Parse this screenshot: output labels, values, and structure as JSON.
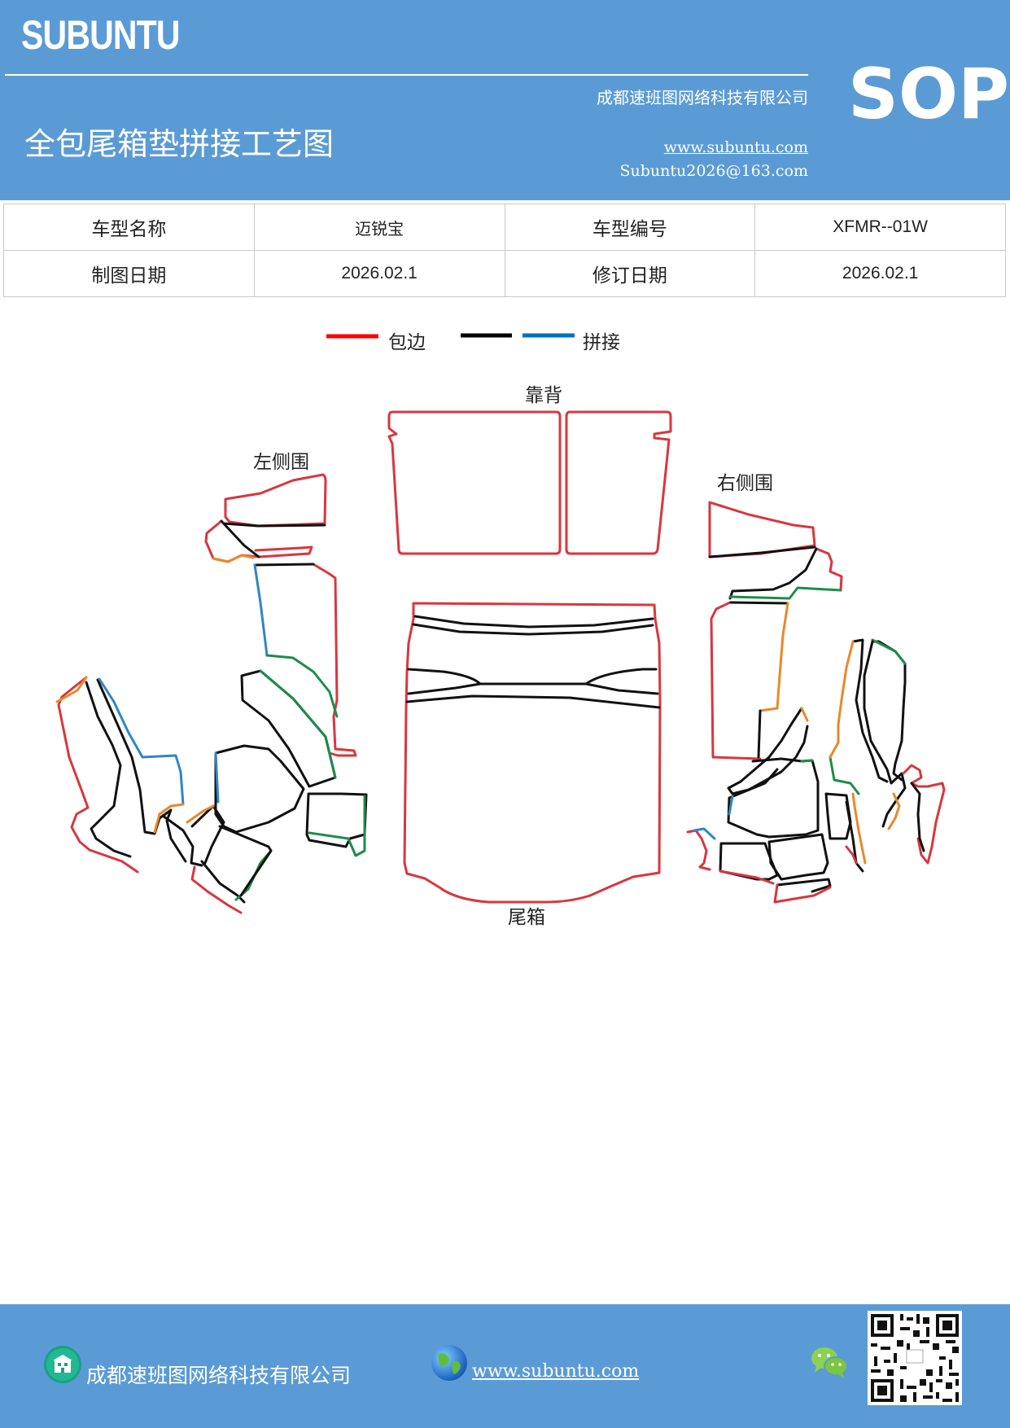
{
  "header": {
    "brand": "SUBUNTU",
    "company": "成都速班图网络科技有限公司",
    "badge": "SOP",
    "title": "全包尾箱垫拼接工艺图",
    "website": "www.subuntu.com",
    "email": "Subuntu2026@163.com"
  },
  "info_table": {
    "model_name_label": "车型名称",
    "model_name_value": "迈锐宝",
    "model_code_label": "车型编号",
    "model_code_value": "XFMR--01W",
    "draw_date_label": "制图日期",
    "draw_date_value": "2026.02.1",
    "revise_date_label": "修订日期",
    "revise_date_value": "2026.02.1"
  },
  "legend": {
    "items": [
      {
        "label": "包边",
        "color": "#ff0000"
      },
      {
        "label": "",
        "color": "#000000"
      },
      {
        "label": "拼接",
        "color": "#0070c0"
      }
    ]
  },
  "diagram": {
    "labels": {
      "back": "靠背",
      "left": "左侧围",
      "right": "右侧围",
      "trunk": "尾箱"
    },
    "stroke_colors": {
      "edge": "#d9363e",
      "seam": "#111111",
      "splice_blue": "#2e86c9",
      "splice_green": "#1e8c4a",
      "splice_orange": "#e8892a"
    }
  },
  "footer": {
    "company": "成都速班图网络科技有限公司",
    "website": "www.subuntu.com ",
    "icons": [
      "building-icon",
      "globe-icon",
      "wechat-icon",
      "qr-code"
    ]
  }
}
